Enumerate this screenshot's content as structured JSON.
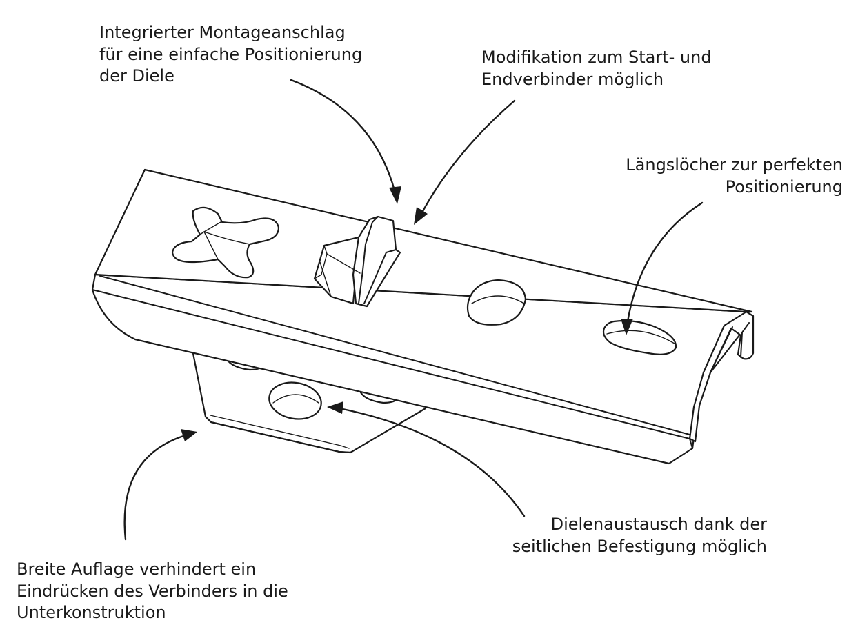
{
  "colors": {
    "background": "#ffffff",
    "ink": "#1a1a1a"
  },
  "callouts": {
    "mounting_stop": "Integrierter Montageanschlag\nfür eine einfache Positionierung\nder Diele",
    "modification": "Modifikation zum Start- und\nEndverbinder möglich",
    "slotted_holes": "Längslöcher zur perfekten\nPositionierung",
    "board_exchange": "Dielenaustausch dank der\nseitlichen Befestigung möglich",
    "wide_support": "Breite Auflage verhindert ein\nEindrücken des Verbinders in die\nUnterkonstruktion"
  }
}
